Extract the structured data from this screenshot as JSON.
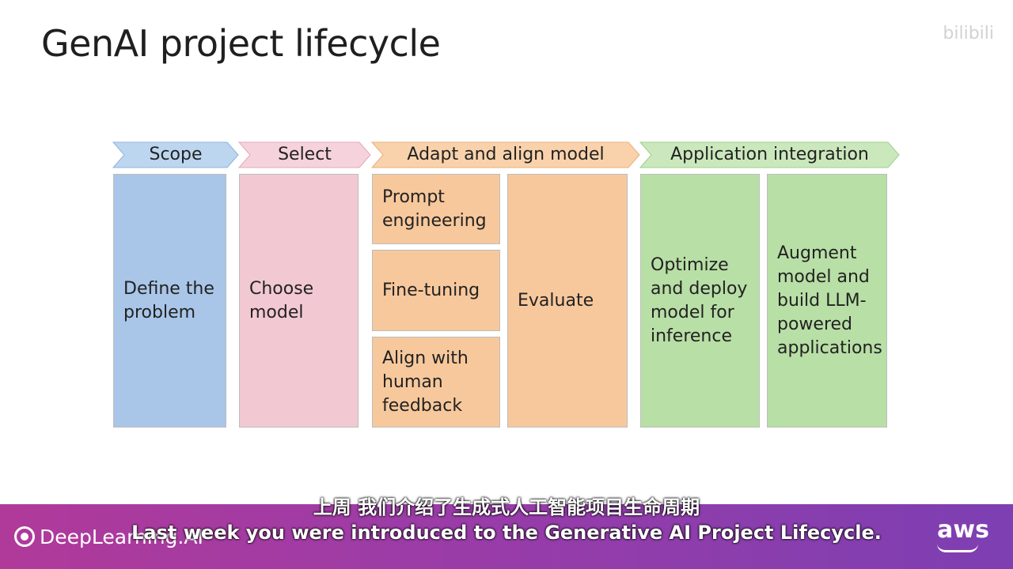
{
  "slide": {
    "title": "GenAI project lifecycle",
    "watermark": "bilibili"
  },
  "stages": [
    {
      "label": "Scope",
      "color": "#bcd6f0"
    },
    {
      "label": "Select",
      "color": "#f6d3dc"
    },
    {
      "label": "Adapt and align model",
      "color": "#f9d2ac"
    },
    {
      "label": "Application integration",
      "color": "#cbe8bd"
    }
  ],
  "boxes": {
    "define": "Define the\nproblem",
    "choose": "Choose\nmodel",
    "prompt": "Prompt\nengineering",
    "finetune": "Fine-tuning",
    "align": "Align with\nhuman\nfeedback",
    "evaluate": "Evaluate",
    "optimize": "Optimize\nand deploy\nmodel for\ninference",
    "augment": "Augment\nmodel and\nbuild LLM-\npowered\napplications"
  },
  "colors": {
    "scope_box": "#a9c6e8",
    "select_box": "#f2c9d2",
    "adapt_box": "#f7c89c",
    "app_box": "#b8dfa6",
    "banner": "#9a3ca8"
  },
  "subtitles": {
    "chinese": "上周 我们介绍了生成式人工智能项目生命周期",
    "english": "Last week  you were introduced to the Generative AI Project Lifecycle."
  },
  "branding": {
    "left_logo": "DeepLearning.AI",
    "right_logo": "aws"
  }
}
